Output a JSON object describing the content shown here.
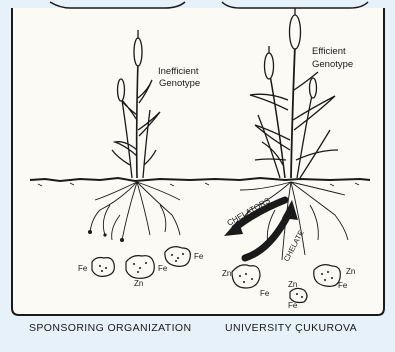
{
  "colors": {
    "background": "#e6f1f9",
    "panel": "#fbfaf5",
    "ink": "#1a1a1a"
  },
  "labels": {
    "left_plant": [
      "Inefficient",
      "Genotype"
    ],
    "right_plant": [
      "Efficient",
      "Genotype"
    ],
    "chelators": "CHELATORS",
    "chelate": "CHELATE"
  },
  "nutrients_left": [
    "Fe",
    "Zn",
    "Fe",
    "Fe"
  ],
  "nutrients_right": [
    "Zn",
    "Fe",
    "Zn",
    "Fe",
    "Zn",
    "Fe"
  ],
  "footer": {
    "left": "SPONSORING  ORGANIZATION",
    "right": "UNIVERSITY  ÇUKUROVA"
  }
}
